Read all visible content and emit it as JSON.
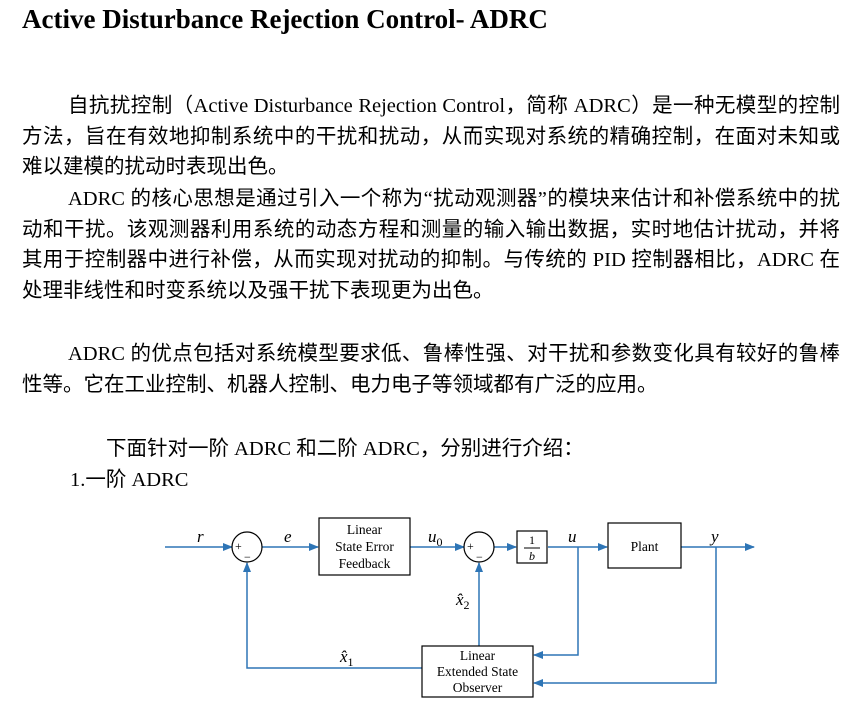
{
  "title": "Active Disturbance Rejection Control- ADRC",
  "paragraphs": [
    "自抗扰控制（Active Disturbance Rejection Control，简称 ADRC）是一种无模型的控制方法，旨在有效地抑制系统中的干扰和扰动，从而实现对系统的精确控制，在面对未知或难以建模的扰动时表现出色。",
    "ADRC 的核心思想是通过引入一个称为“扰动观测器”的模块来估计和补偿系统中的扰动和干扰。该观测器利用系统的动态方程和测量的输入输出数据，实时地估计扰动，并将其用于控制器中进行补偿，从而实现对扰动的抑制。与传统的 PID 控制器相比，ADRC 在处理非线性和时变系统以及强干扰下表现更为出色。",
    "ADRC 的优点包括对系统模型要求低、鲁棒性强、对干扰和参数变化具有较好的鲁棒性等。它在工业控制、机器人控制、电力电子等领域都有广泛的应用。"
  ],
  "intro": "下面针对一阶 ADRC 和二阶 ADRC，分别进行介绍：",
  "list_item": "1.一阶 ADRC",
  "diagram": {
    "blocks": {
      "lsef": [
        "Linear",
        "State Error",
        "Feedback"
      ],
      "gain_num": "1",
      "gain_den": "b",
      "plant": "Plant",
      "leso": [
        "Linear",
        "Extended State",
        "Observer"
      ]
    },
    "signals": {
      "r": "r",
      "e": "e",
      "u0": "u",
      "u0_sub": "0",
      "u": "u",
      "y": "y",
      "x1_hat": "x̂",
      "x1_sub": "1",
      "x2_hat": "x̂",
      "x2_sub": "2"
    },
    "signs": {
      "plus1": "+",
      "minus1": "−",
      "plus2": "+",
      "minus2": "−"
    }
  }
}
